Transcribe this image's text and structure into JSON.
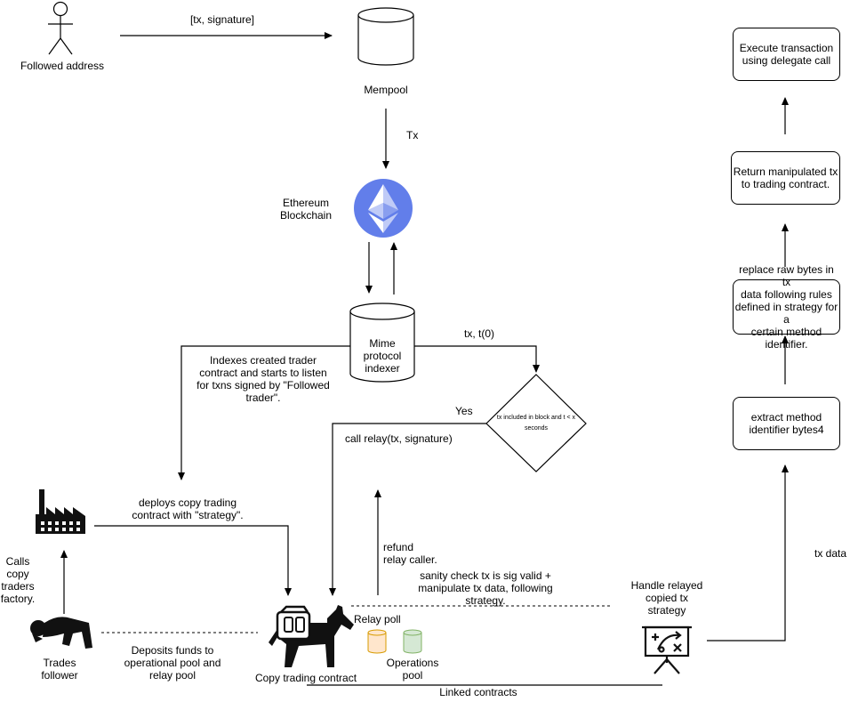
{
  "actors": {
    "followed_address": "Followed address",
    "trades_follower": "Trades\nfollower"
  },
  "nodes": {
    "mempool": "Mempool",
    "ethereum": "Ethereum\nBlockchain",
    "indexer": "Mime\nprotocol\nindexer",
    "decision": "tx included in block and t < x\nseconds",
    "copy_trading_contract": "Copy trading contract",
    "relay_pool": "Relay poll",
    "operations_pool": "Operations\npool",
    "strategy": "Handle relayed\ncopied tx\nstrategy"
  },
  "edges": {
    "tx_signature": "[tx, signature]",
    "tx": "Tx",
    "tx_t0": "tx, t(0)",
    "yes": "Yes",
    "call_relay": "call relay(tx, signature)",
    "indexes": "Indexes created trader\ncontract and starts to listen\nfor txns signed by \"Followed\ntrader\".",
    "deploys": "deploys copy trading\ncontract with \"strategy\".",
    "calls_factory": "Calls\ncopy\ntraders\nfactory.",
    "deposits": "Deposits funds to\noperational pool and\nrelay pool",
    "refund": "refund\nrelay caller.",
    "sanity": "sanity check tx is sig valid +\nmanipulate tx data, following\nstrategy.",
    "linked": "Linked contracts",
    "tx_data": "tx data"
  },
  "steps": {
    "execute": "Execute transaction\nusing delegate call",
    "return": "Return manipulated tx\nto trading contract.",
    "replace": "replace raw bytes in tx\ndata following rules\ndefined in strategy for a\ncertain method identifier.",
    "extract": "extract method\nidentifier bytes4"
  },
  "colors": {
    "ethereum_circle": "#627EEA",
    "relay_pool_fill": "#FFE6CC",
    "relay_pool_stroke": "#D79B00",
    "operations_pool_fill": "#D5E8D4",
    "operations_pool_stroke": "#82B366"
  },
  "icons": {
    "factory": "factory-icon",
    "person_lying": "person-lying-icon",
    "donkey": "donkey-icon",
    "strategy_board": "strategy-board-icon",
    "stick_figure": "stick-figure-icon"
  }
}
